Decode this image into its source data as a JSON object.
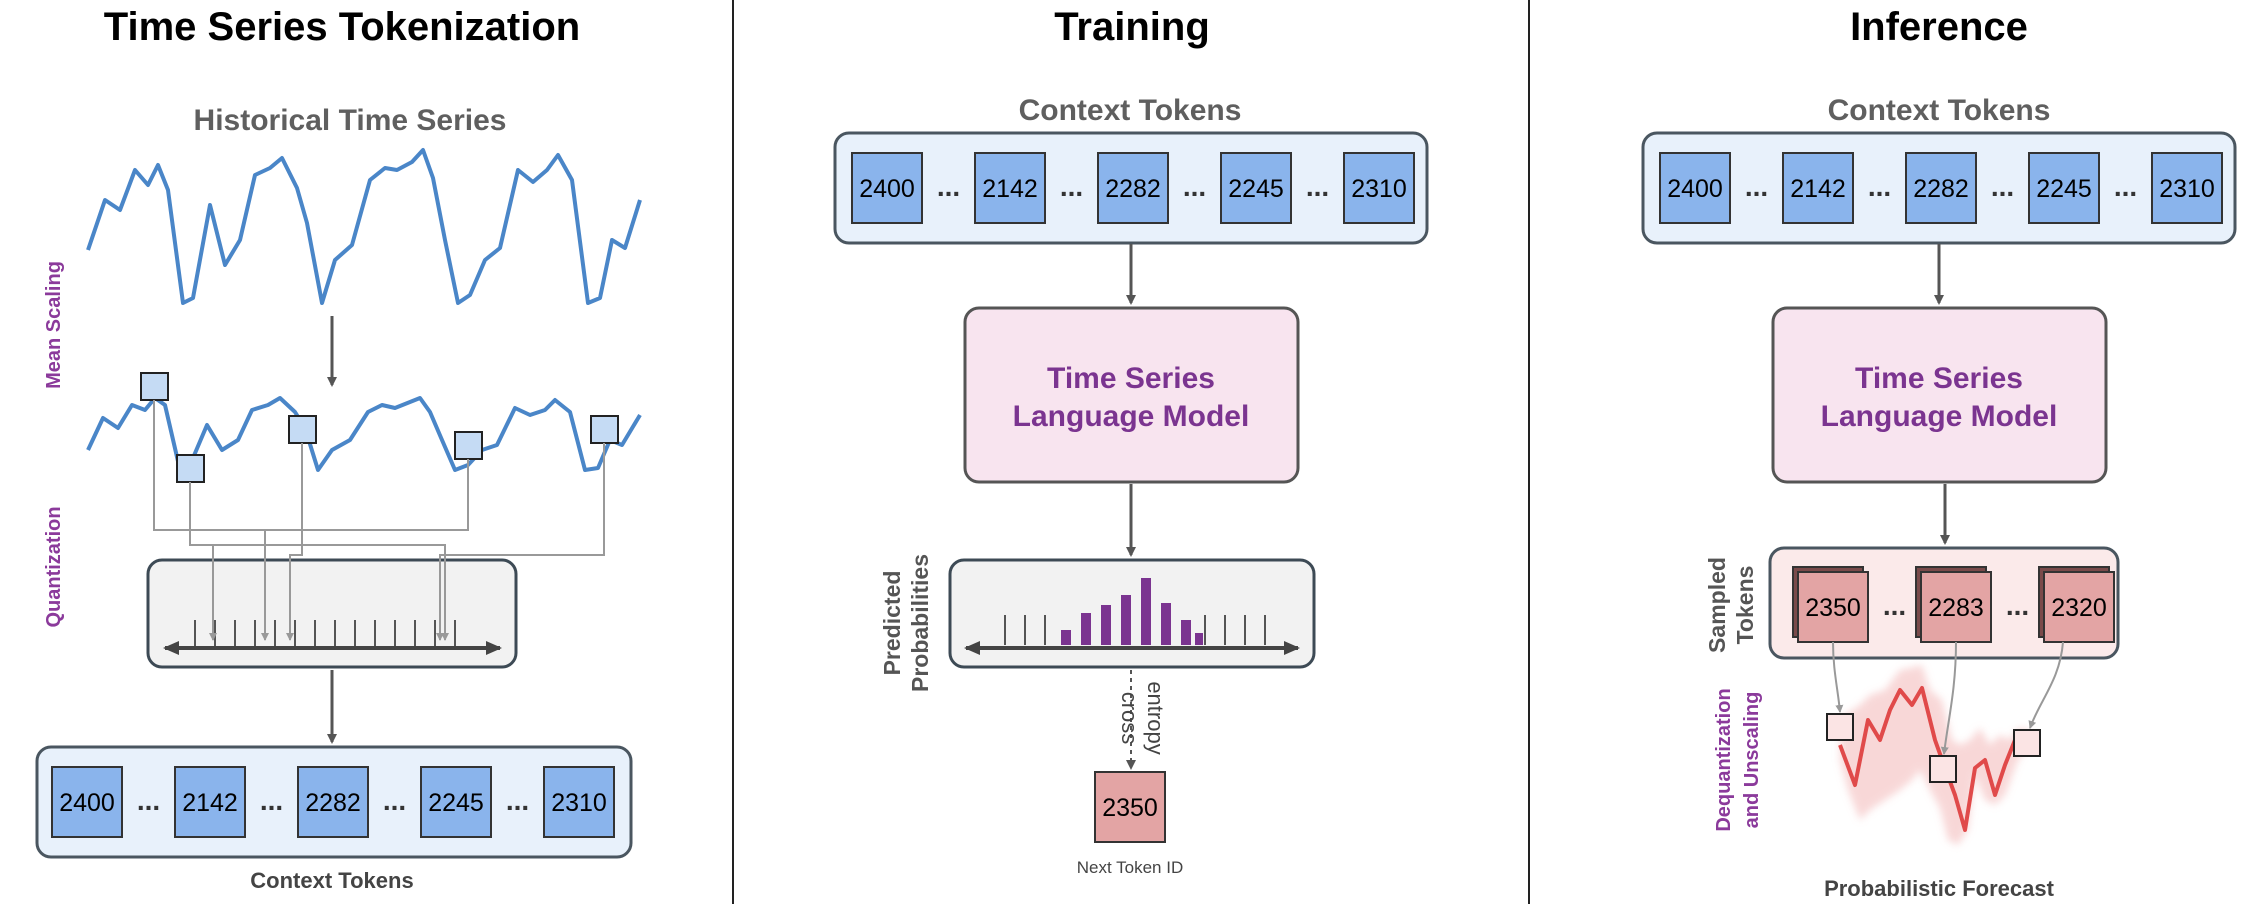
{
  "panels": {
    "tokenization": {
      "title": "Time Series Tokenization",
      "series_label": "Historical Time Series",
      "mean_scaling_label": "Mean Scaling",
      "quantization_label": "Quantization",
      "tokens": [
        "2400",
        "2142",
        "2282",
        "2245",
        "2310"
      ],
      "tokens_label": "Context Tokens"
    },
    "training": {
      "title": "Training",
      "context_label": "Context Tokens",
      "tokens": [
        "2400",
        "2142",
        "2282",
        "2245",
        "2310"
      ],
      "model_line1": "Time Series",
      "model_line2": "Language Model",
      "predicted_line1": "Predicted",
      "predicted_line2": "Probabilities",
      "cross_label": "cross",
      "entropy_label": "entropy",
      "next_token": "2350",
      "next_token_label": "Next Token ID"
    },
    "inference": {
      "title": "Inference",
      "context_label": "Context Tokens",
      "tokens": [
        "2400",
        "2142",
        "2282",
        "2245",
        "2310"
      ],
      "model_line1": "Time Series",
      "model_line2": "Language Model",
      "sampled_line1": "Sampled",
      "sampled_line2": "Tokens",
      "sampled_tokens": [
        "2350",
        "2283",
        "2320"
      ],
      "dequant_line1": "Dequantization",
      "dequant_line2": "and Unscaling",
      "forecast_label": "Probabilistic Forecast"
    }
  },
  "ellipsis": "...",
  "colors": {
    "series_blue": "#4a86c8",
    "token_blue": "#8ab4ec",
    "panel_bg": "#e8f1fb",
    "model_bg": "#f8e4ef",
    "model_text": "#7b3490",
    "bar_purple": "#7b3490",
    "sampled_red": "#e3a4a4",
    "forecast_red": "#e04a4a"
  },
  "icons": [
    "arrow-down-icon",
    "double-arrow-icon"
  ]
}
